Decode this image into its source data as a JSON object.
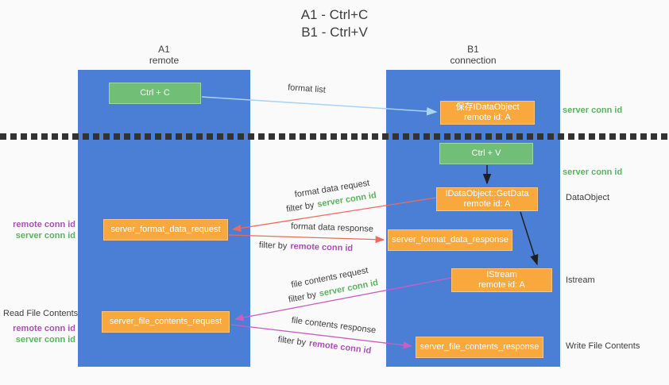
{
  "title": {
    "line1": "A1 - Ctrl+C",
    "line2": "B1 - Ctrl+V"
  },
  "lanes": {
    "left": {
      "name": "A1",
      "role": "remote"
    },
    "right": {
      "name": "B1",
      "role": "connection"
    }
  },
  "nodes": {
    "ctrl_c": "Ctrl + C",
    "ctrl_v": "Ctrl + V",
    "save_dataobject": {
      "line1": "保存IDataObject",
      "line2": "remote id: A"
    },
    "getdata": {
      "line1": "IDataObject::GetData",
      "line2": "remote id: A"
    },
    "istream": {
      "line1": "IStream",
      "line2": "remote id: A"
    },
    "format_request": "server_format_data_request",
    "format_response": "server_format_data_response",
    "file_request": "server_file_contents_request",
    "file_response": "server_file_contents_response"
  },
  "arrow_labels": {
    "format_list": "format list",
    "format_data_request": "format data request",
    "format_data_response": "format data response",
    "file_contents_request": "file contents request",
    "file_contents_response": "file contents response",
    "filter_by": "filter by",
    "server_conn_id": "server conn id",
    "remote_conn_id": "remote conn id"
  },
  "side_labels": {
    "server_conn_id_top": "server conn id",
    "server_conn_id_mid": "server conn id",
    "dataobject": "DataObject",
    "istream": "Istream",
    "write_file_contents": "Write File Contents",
    "read_file_contents": "Read File Contents",
    "remote_conn_id": "remote conn id",
    "server_conn_id": "server conn id"
  },
  "colors": {
    "bg": "#fafafa",
    "lane_blue": "#4a7fd5",
    "green_box": "#71be76",
    "orange_box": "#f8a83d",
    "green_text": "#5ab45f",
    "purple_text": "#aa50b4",
    "arrow_red": "#ed6a5e",
    "arrow_magenta": "#c95fc3",
    "arrow_blue": "#a9d3f1",
    "arrow_black": "#1f1f1f",
    "text_dark": "#3d3d3d",
    "dash": "#333333"
  }
}
